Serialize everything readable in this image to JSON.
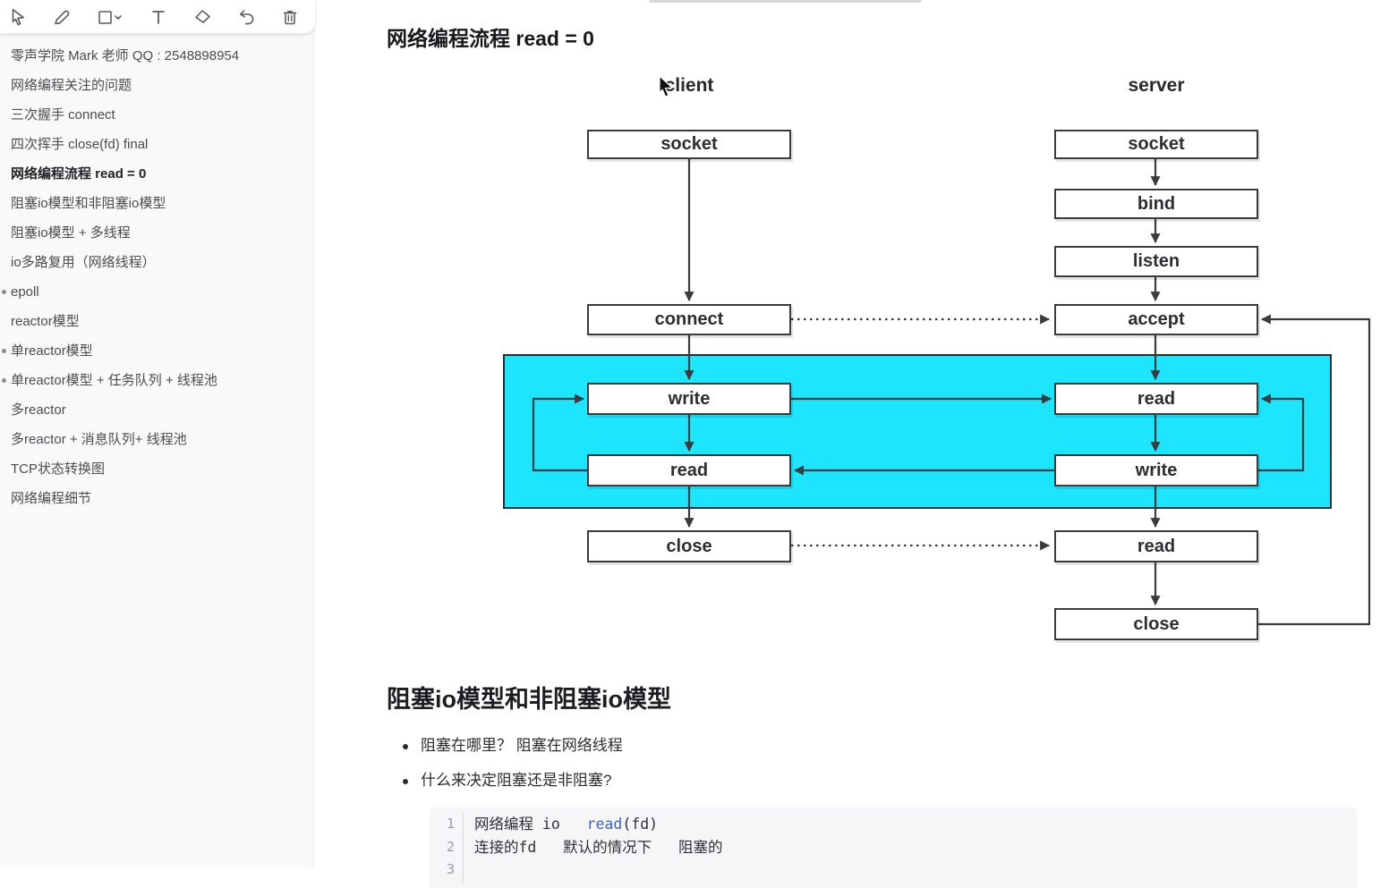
{
  "toolbar": {
    "tools": [
      {
        "name": "select",
        "icon": "cursor-icon"
      },
      {
        "name": "pen",
        "icon": "pencil-icon"
      },
      {
        "name": "shape",
        "icon": "rectangle-chevron-icon"
      },
      {
        "name": "text",
        "icon": "text-tool-icon"
      },
      {
        "name": "eraser",
        "icon": "eraser-icon"
      },
      {
        "name": "undo",
        "icon": "undo-icon"
      },
      {
        "name": "delete",
        "icon": "trash-icon"
      }
    ]
  },
  "sidebar": {
    "items": [
      {
        "label": "零声学院 Mark 老师 QQ : 2548898954",
        "active": false,
        "marker": false
      },
      {
        "label": "网络编程关注的问题",
        "active": false,
        "marker": false
      },
      {
        "label": "三次握手 connect",
        "active": false,
        "marker": false
      },
      {
        "label": "四次挥手 close(fd) final",
        "active": false,
        "marker": false
      },
      {
        "label": "网络编程流程 read = 0",
        "active": true,
        "marker": false
      },
      {
        "label": "阻塞io模型和非阻塞io模型",
        "active": false,
        "marker": false
      },
      {
        "label": "阻塞io模型 + 多线程",
        "active": false,
        "marker": false
      },
      {
        "label": "io多路复用（网络线程）",
        "active": false,
        "marker": false
      },
      {
        "label": "epoll",
        "active": false,
        "marker": true
      },
      {
        "label": "reactor模型",
        "active": false,
        "marker": false
      },
      {
        "label": "单reactor模型",
        "active": false,
        "marker": true
      },
      {
        "label": "单reactor模型 + 任务队列 + 线程池",
        "active": false,
        "marker": true
      },
      {
        "label": "多reactor",
        "active": false,
        "marker": false
      },
      {
        "label": "多reactor + 消息队列+ 线程池",
        "active": false,
        "marker": false
      },
      {
        "label": "TCP状态转换图",
        "active": false,
        "marker": false
      },
      {
        "label": "网络编程细节",
        "active": false,
        "marker": false
      }
    ]
  },
  "main": {
    "title": "网络编程流程 read = 0",
    "diagram": {
      "client_label": "client",
      "server_label": "server",
      "client_boxes": [
        "socket",
        "connect",
        "write",
        "read",
        "close"
      ],
      "server_boxes": [
        "socket",
        "bind",
        "listen",
        "accept",
        "read",
        "write",
        "read",
        "close"
      ],
      "highlight_color": "#1ce5fd",
      "line_color": "#3a3b3d"
    },
    "section": {
      "heading": "阻塞io模型和非阻塞io模型",
      "bullets": [
        "阻塞在哪里？ 阻塞在网络线程",
        "什么来决定阻塞还是非阻塞?"
      ],
      "code": {
        "keyword_color": "#3b64c8",
        "line1_no": "1",
        "line1_a": "网络编程 io   ",
        "line1_b": "read",
        "line1_c": "(fd)",
        "line2_no": "2",
        "line2_text": "连接的fd   默认的情况下   阻塞的",
        "line3_no": "3"
      }
    }
  }
}
